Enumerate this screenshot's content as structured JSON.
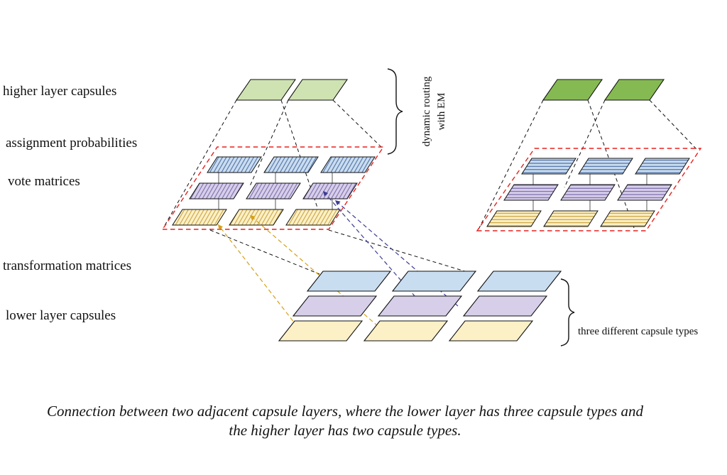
{
  "labels": {
    "higher_layer_capsules": "higher layer capsules",
    "assignment_probabilities": "assignment probabilities",
    "vote_matrices": "vote matrices",
    "transformation_matrices": "transformation matrices",
    "lower_layer_capsules": "lower layer capsules"
  },
  "annotations": {
    "routing_line1": "dynamic routing",
    "routing_line2": "with EM",
    "capsule_types": "three different capsule types"
  },
  "caption": {
    "line1": "Connection between two adjacent capsule layers, where the lower layer has three capsule types and",
    "line2": "the higher layer has two capsule types."
  },
  "colors": {
    "higher-capsule-left": "#cfe3b2",
    "higher-capsule-right": "#85ba52",
    "blue-capsule": "#c9ddf0",
    "purple-capsule": "#d7cfe9",
    "yellow-capsule": "#fcf0c6",
    "blue-hatch": "#41619b",
    "purple-hatch": "#6f5fa6",
    "yellow-hatch": "#c3992e",
    "red-outline": "#e8211d",
    "yellow-link": "#d4a017",
    "navy-link": "#3c3c94",
    "ink": "#111111"
  }
}
